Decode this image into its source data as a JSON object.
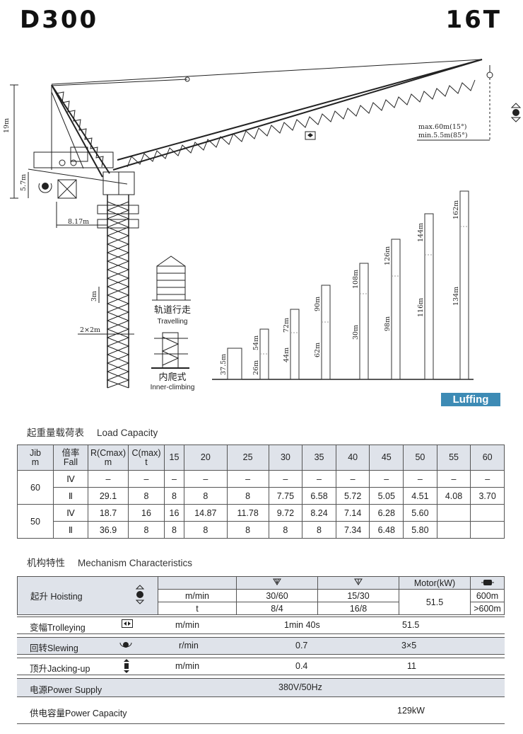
{
  "header": {
    "model": "D300",
    "capacity": "16T"
  },
  "drawing": {
    "dim_19m": "19m",
    "dim_5_7m": "5.7m",
    "dim_8_17m": "8.17m",
    "dim_3m": "3m",
    "dim_2x2m": "2×2m",
    "max_radius": "max.60m(15°)",
    "min_radius": "min.5.5m(85°)",
    "travelling_cn": "轨道行走",
    "travelling_en": "Travelling",
    "inner_cn": "内爬式",
    "inner_en": "Inner-climbing",
    "heights": [
      {
        "bottom": "37.5m",
        "top": ""
      },
      {
        "bottom": "26m",
        "top": "54m"
      },
      {
        "bottom": "44m",
        "top": "72m"
      },
      {
        "bottom": "62m",
        "top": "90m"
      },
      {
        "bottom": "30m",
        "top": "108m"
      },
      {
        "bottom": "98m",
        "top": "126m"
      },
      {
        "bottom": "116m",
        "top": "144m"
      },
      {
        "bottom": "134m",
        "top": "162m"
      }
    ],
    "luffing": "Luffing"
  },
  "load_capacity": {
    "title_cn": "起重量载荷表",
    "title_en": "Load Capacity",
    "headers": {
      "jib": [
        "Jib",
        "m"
      ],
      "fall": [
        "倍率",
        "Fall"
      ],
      "rmax": [
        "R(Cmax)",
        "m"
      ],
      "cmax": [
        "C(max)",
        "t"
      ],
      "radii": [
        "15",
        "20",
        "25",
        "30",
        "35",
        "40",
        "45",
        "50",
        "55",
        "60"
      ]
    },
    "rows": [
      {
        "jib": "60",
        "fall": "Ⅳ",
        "r": "–",
        "c": "–",
        "vals": [
          "–",
          "–",
          "–",
          "–",
          "–",
          "–",
          "–",
          "–",
          "–",
          "–"
        ]
      },
      {
        "jib": "",
        "fall": "Ⅱ",
        "r": "29.1",
        "c": "8",
        "vals": [
          "8",
          "8",
          "8",
          "7.75",
          "6.58",
          "5.72",
          "5.05",
          "4.51",
          "4.08",
          "3.70"
        ]
      },
      {
        "jib": "50",
        "fall": "Ⅳ",
        "r": "18.7",
        "c": "16",
        "vals": [
          "16",
          "14.87",
          "11.78",
          "9.72",
          "8.24",
          "7.14",
          "6.28",
          "5.60",
          "",
          ""
        ]
      },
      {
        "jib": "",
        "fall": "Ⅱ",
        "r": "36.9",
        "c": "8",
        "vals": [
          "8",
          "8",
          "8",
          "8",
          "8",
          "7.34",
          "6.48",
          "5.80",
          "",
          ""
        ]
      }
    ]
  },
  "mechanism": {
    "title_cn": "机构特性",
    "title_en": "Mechanism  Characteristics",
    "motor_header": "Motor(kW)",
    "hoisting": {
      "label": "起升 Hoisting",
      "unit1": "m/min",
      "unit2": "t",
      "col1_speed": "30/60",
      "col1_load": "8/4",
      "col2_speed": "15/30",
      "col2_load": "16/8",
      "motor": "51.5",
      "rope1": "600m",
      "rope2": ">600m"
    },
    "trolleying": {
      "label": "变幅Trolleying",
      "unit": "m/min",
      "value": "1min 40s",
      "motor": "51.5"
    },
    "slewing": {
      "label": "回转Slewing",
      "unit": "r/min",
      "value": "0.7",
      "motor": "3×5"
    },
    "jacking": {
      "label": "顶升Jacking-up",
      "unit": "m/min",
      "value": "0.4",
      "motor": "11"
    },
    "power_supply": {
      "label": "电源Power Supply",
      "value": "380V/50Hz"
    },
    "power_capacity": {
      "label": "供电容量Power Capacity",
      "value": "129kW"
    }
  }
}
